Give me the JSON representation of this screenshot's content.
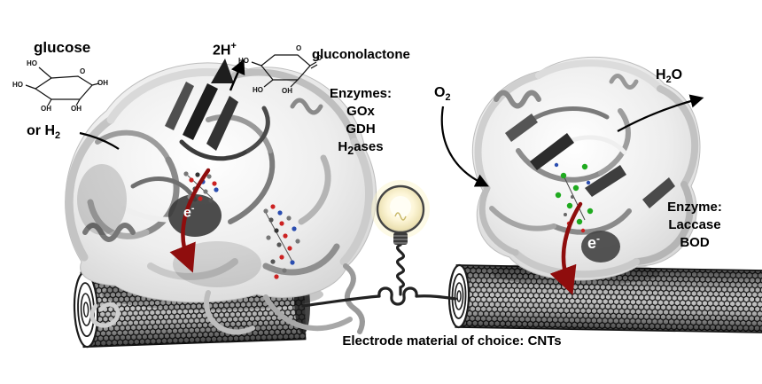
{
  "labels": {
    "glucose": "glucose",
    "or_h2_prefix": "or H",
    "or_h2_sub": "2",
    "two_h_plus_base": "2H",
    "two_h_plus_sup": "+",
    "gluconolactone": "gluconolactone",
    "enzymes_heading": "Enzymes:",
    "enzyme_gox": "GOx",
    "enzyme_gdh": "GDH",
    "enzyme_h2ases_pre": "H",
    "enzyme_h2ases_sub": "2",
    "enzyme_h2ases_post": "ases",
    "o2_base": "O",
    "o2_sub": "2",
    "h2o_pre": "H",
    "h2o_sub": "2",
    "h2o_post": "O",
    "cathode_enzyme_heading": "Enzyme:",
    "cathode_enzyme_laccase": "Laccase",
    "cathode_enzyme_bod": "BOD",
    "electron_base": "e",
    "electron_sup": "-",
    "bottom_caption": "Electrode material of choice: CNTs"
  },
  "chem": {
    "glucose_ring_labels": [
      "HO",
      "OH",
      "OH",
      "OH",
      "O",
      "HO"
    ],
    "gluconolactone_ring_labels": [
      "HO",
      "HO",
      "OH",
      "O",
      "O"
    ]
  },
  "colors": {
    "electron_arrow_red": "#8f0d0d",
    "text_black": "#000000",
    "electron_text_white": "#ffffff",
    "copper_site_green": "#1faa1f"
  }
}
